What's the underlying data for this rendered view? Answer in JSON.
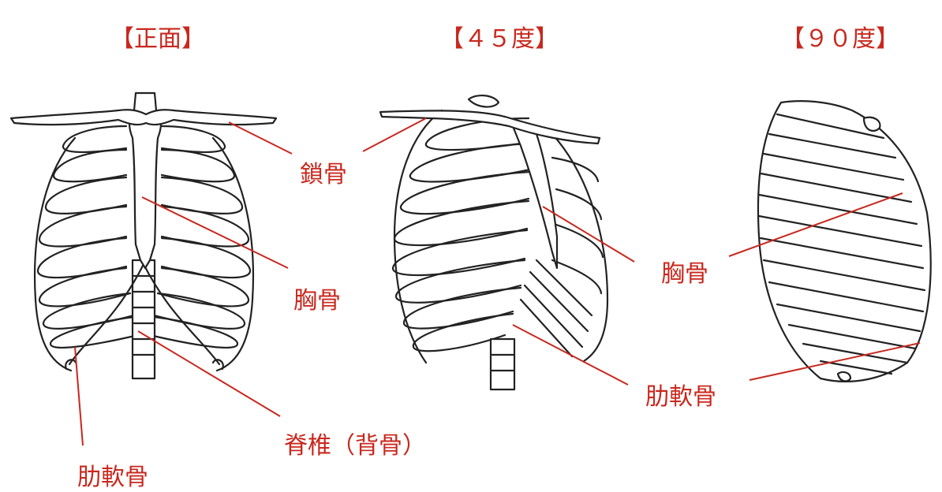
{
  "views": {
    "front": {
      "title": "【正面】"
    },
    "deg45": {
      "title": "【４５度】"
    },
    "deg90": {
      "title": "【９０度】"
    }
  },
  "labels": {
    "clavicle": "鎖骨",
    "sternum_front": "胸骨",
    "spine": "脊椎（背骨）",
    "costal_cartilage_front": "肋軟骨",
    "sternum_side": "胸骨",
    "costal_cartilage_side": "肋軟骨"
  },
  "colors": {
    "accent": "#c8281e",
    "line": "#222222"
  }
}
